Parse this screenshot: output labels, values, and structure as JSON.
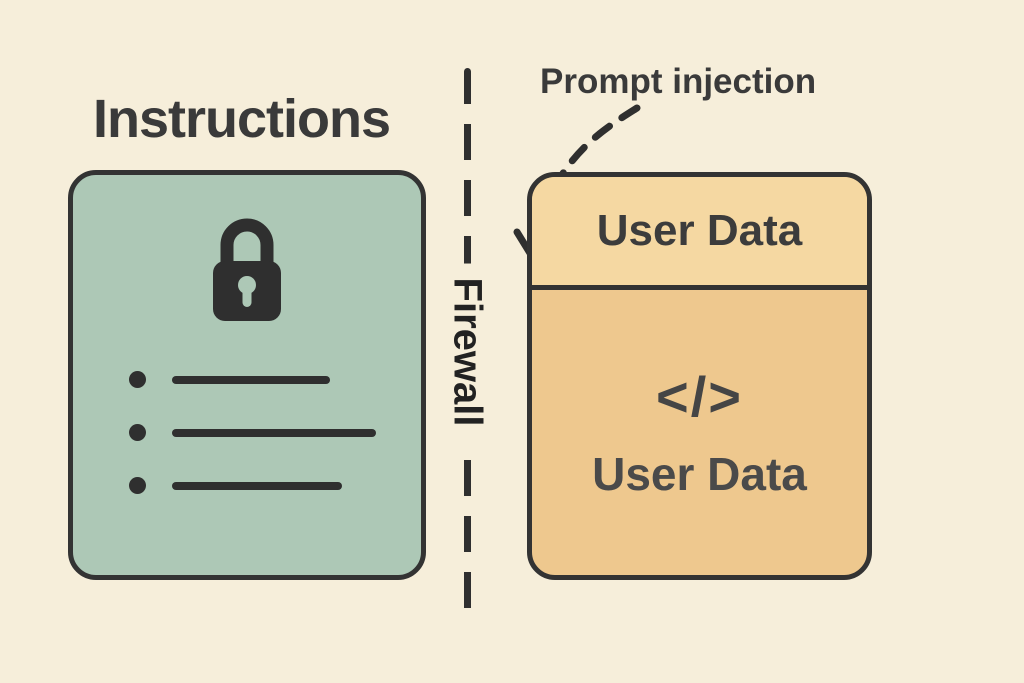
{
  "diagram": {
    "background_color": "#f6eeda",
    "ink_color": "#2f2f2f",
    "instructions": {
      "title": "Instructions",
      "card_color": "#adc8b6",
      "icon": "lock-icon",
      "bullet_count": 3
    },
    "firewall": {
      "label": "Firewall"
    },
    "injection": {
      "label": "Prompt injection",
      "arrow": "dashed-curved-arrow"
    },
    "user_data": {
      "header_label": "User Data",
      "code_glyph": "</>",
      "body_label": "User Data",
      "header_color": "#f5d8a2",
      "body_color": "#eec88e"
    }
  }
}
